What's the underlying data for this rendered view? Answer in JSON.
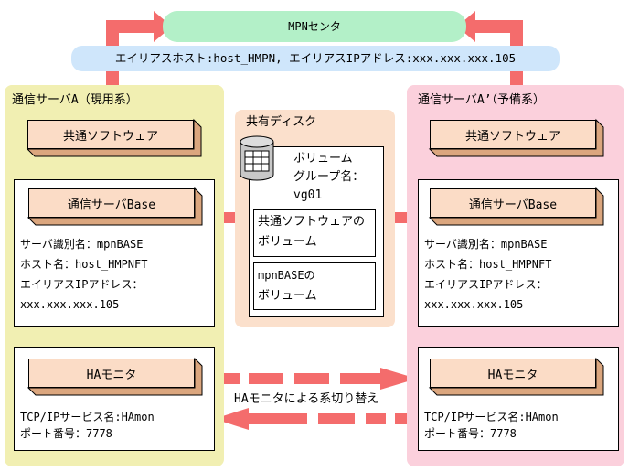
{
  "mpn": {
    "title": "MPNセンタ"
  },
  "alias_bar": {
    "text": "エイリアスホスト:host_HMPN, エイリアスIPアドレス:xxx.xxx.xxx.105"
  },
  "server_a": {
    "title": "通信サーバA（現用系）",
    "common_software": "共通ソフトウェア",
    "base": {
      "title": "通信サーバBase",
      "lines": [
        "サーバ識別名：mpnBASE",
        "ホスト名：host_HMPNFT",
        "エイリアスIPアドレス：",
        "xxx.xxx.xxx.105"
      ]
    },
    "ha": {
      "title": "HAモニタ",
      "lines": [
        "TCP/IPサービス名:HAmon",
        "ポート番号：7778"
      ]
    }
  },
  "server_b": {
    "title": "通信サーバA’（予備系）",
    "common_software": "共通ソフトウェア",
    "base": {
      "title": "通信サーバBase",
      "lines": [
        "サーバ識別名：mpnBASE",
        "ホスト名：host_HMPNFT",
        "エイリアスIPアドレス：",
        "xxx.xxx.xxx.105"
      ]
    },
    "ha": {
      "title": "HAモニタ",
      "lines": [
        "TCP/IPサービス名:HAmon",
        "ポート番号：7778"
      ]
    }
  },
  "shared_disk": {
    "title": "共有ディスク",
    "volume_group": [
      "ボリューム",
      "グループ名：",
      "vg01"
    ],
    "volume_common": [
      "共通ソフトウェアの",
      "ボリューム"
    ],
    "volume_base": [
      "mpnBASEの",
      "ボリューム"
    ]
  },
  "switchover_label": "HAモニタによる系切り替え",
  "colors": {
    "mpn_green": "#b3f0c8",
    "alias_blue": "#cfe6fb",
    "server_a_bg": "#f1efb2",
    "server_b_bg": "#fbd0dc",
    "disk_bg": "#fbe0cc",
    "box_face": "#fbdcc6",
    "arrow": "#f46c6c"
  }
}
